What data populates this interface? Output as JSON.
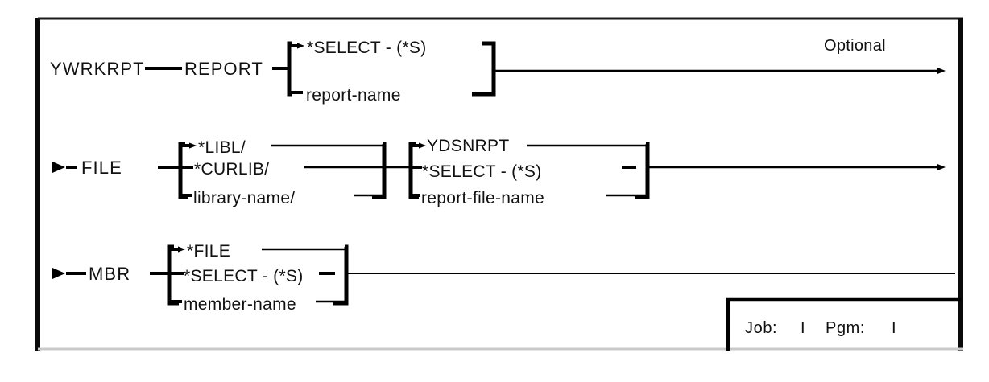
{
  "diagram": {
    "title_command": "YWRKRPT",
    "optional_label": "Optional",
    "rows": [
      {
        "id": "report",
        "keyword": "REPORT",
        "lead_marker": "",
        "groups": [
          {
            "id": "report-values",
            "options": [
              {
                "text": "*SELECT - (*S)",
                "default": true
              },
              {
                "text": "report-name",
                "default": false
              }
            ]
          }
        ]
      },
      {
        "id": "file",
        "keyword": "FILE",
        "lead_marker": "▶–",
        "groups": [
          {
            "id": "file-library",
            "options": [
              {
                "text": "*LIBL/",
                "default": true
              },
              {
                "text": "*CURLIB/",
                "default": false
              },
              {
                "text": "library-name/",
                "default": false
              }
            ]
          },
          {
            "id": "file-name",
            "options": [
              {
                "text": "YDSNRPT",
                "default": true
              },
              {
                "text": "*SELECT - (*S)",
                "default": false
              },
              {
                "text": "report-file-name",
                "default": false
              }
            ]
          }
        ]
      },
      {
        "id": "mbr",
        "keyword": "MBR",
        "lead_marker": "▶—",
        "groups": [
          {
            "id": "mbr-values",
            "options": [
              {
                "text": "*FILE",
                "default": true
              },
              {
                "text": "*SELECT - (*S)",
                "default": false
              },
              {
                "text": "member-name",
                "default": false
              }
            ]
          }
        ]
      }
    ],
    "status_box": {
      "job_label": "Job:",
      "job_value": "I",
      "pgm_label": "Pgm:",
      "pgm_value": "I"
    },
    "colors": {
      "line": "#000000",
      "text": "#111111",
      "background": "#ffffff",
      "frame": "#0a0a0a",
      "frame_bottom": "#c9c9c9"
    }
  }
}
